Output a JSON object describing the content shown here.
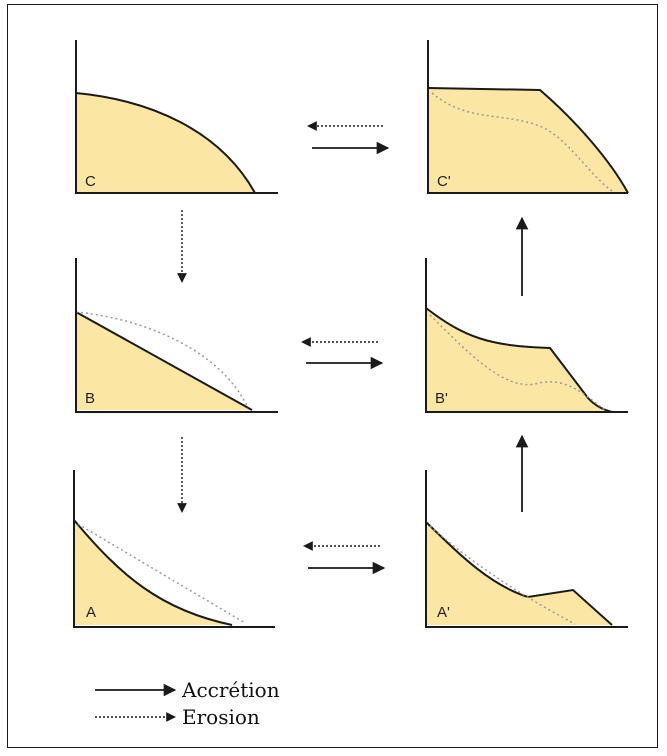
{
  "colors": {
    "fill": "#fce6a4",
    "line": "#1a1a1a",
    "dotted": "#9a9a9a"
  },
  "panels": {
    "c": "C",
    "c_prime": "C'",
    "b": "B",
    "b_prime": "B'",
    "a": "A",
    "a_prime": "A'"
  },
  "legend": {
    "accretion": "Accrétion",
    "erosion": "Erosion"
  }
}
